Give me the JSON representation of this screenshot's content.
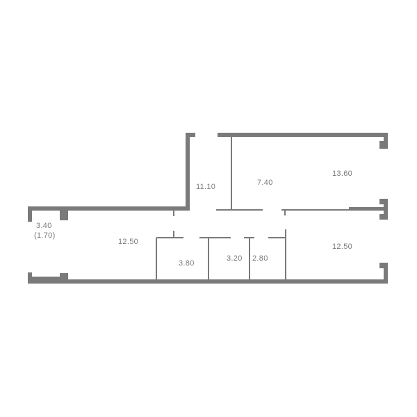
{
  "colors": {
    "wall": "#7a7a7a",
    "background": "#ffffff",
    "label": "#7a7a7a"
  },
  "rooms": [
    {
      "id": "balcony",
      "area": "3.40",
      "sub": "(1.70)"
    },
    {
      "id": "living",
      "area": "12.50"
    },
    {
      "id": "corridor",
      "area": "11.10"
    },
    {
      "id": "bedroom-small",
      "area": "7.40"
    },
    {
      "id": "bedroom-large",
      "area": "13.60"
    },
    {
      "id": "storage",
      "area": "3.80"
    },
    {
      "id": "bath",
      "area": "3.20"
    },
    {
      "id": "wc",
      "area": "2.80"
    },
    {
      "id": "kitchen",
      "area": "12.50"
    }
  ]
}
